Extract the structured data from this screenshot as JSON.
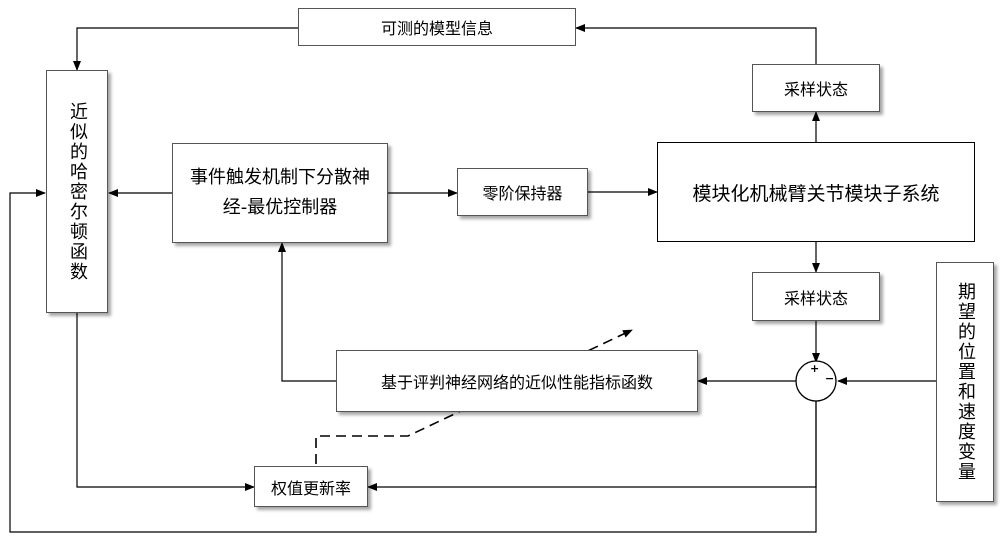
{
  "blocks": {
    "model_info": "可测的模型信息",
    "sample_state_top": "采样状态",
    "hamilton": "近似的哈密尔顿函数",
    "controller": "事件触发机制下分散神经-最优控制器",
    "zoh": "零阶保持器",
    "subsystem": "模块化机械臂关节模块子系统",
    "sample_state_bottom": "采样状态",
    "desired": "期望的位置和速度变量",
    "critic": "基于评判神经网络的近似性能指标函数",
    "weight_rate": "权值更新率"
  },
  "summer": {
    "plus": "+",
    "minus": "−"
  }
}
